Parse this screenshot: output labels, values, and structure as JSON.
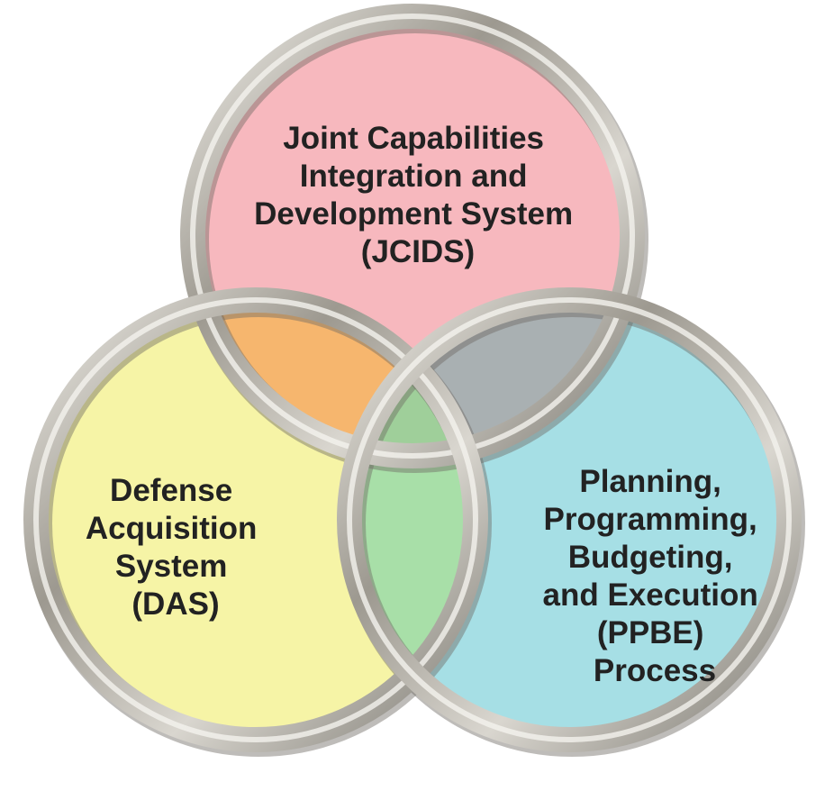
{
  "diagram": {
    "circles": [
      {
        "id": "jcids",
        "lines": [
          "Joint Capabilities",
          "Integration and",
          "Development System",
          "(JCIDS)"
        ],
        "color": "#f7b8be"
      },
      {
        "id": "das",
        "lines": [
          "Defense",
          "Acquisition",
          "System",
          "(DAS)"
        ],
        "color": "#f6f4a6"
      },
      {
        "id": "ppbe",
        "lines": [
          "Planning,",
          "Programming,",
          "Budgeting,",
          "and Execution",
          "(PPBE)",
          "Process"
        ],
        "color": "#a6dfe5"
      }
    ],
    "overlap_colors": {
      "jcids_das": "#f6b66e",
      "jcids_ppbe": "#a9b0b2",
      "das_ppbe": "#a8dfa8",
      "center": "#9fcf9a"
    },
    "ring_color": "#b9b5ad"
  }
}
